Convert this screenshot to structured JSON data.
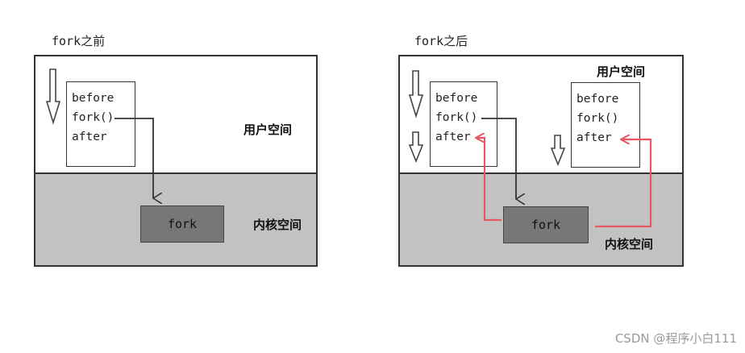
{
  "colors": {
    "kernel_bg": "#c2c2c2",
    "fork_box": "#777777",
    "return_arrow": "#e8575f",
    "pipe_blue": "#3b6d9a"
  },
  "before": {
    "title": "fork之前",
    "user_space_label": "用户空间",
    "kernel_space_label": "内核空间",
    "code": [
      "before",
      "fork()",
      "after"
    ],
    "kernel_box": "fork"
  },
  "after": {
    "title": "fork之后",
    "user_space_label": "用户空间",
    "kernel_space_label": "内核空间",
    "parent_code": [
      "before",
      "fork()",
      "after"
    ],
    "child_code": [
      "before",
      "fork()",
      "after"
    ],
    "kernel_box": "fork"
  },
  "watermark": "CSDN @程序小白111"
}
